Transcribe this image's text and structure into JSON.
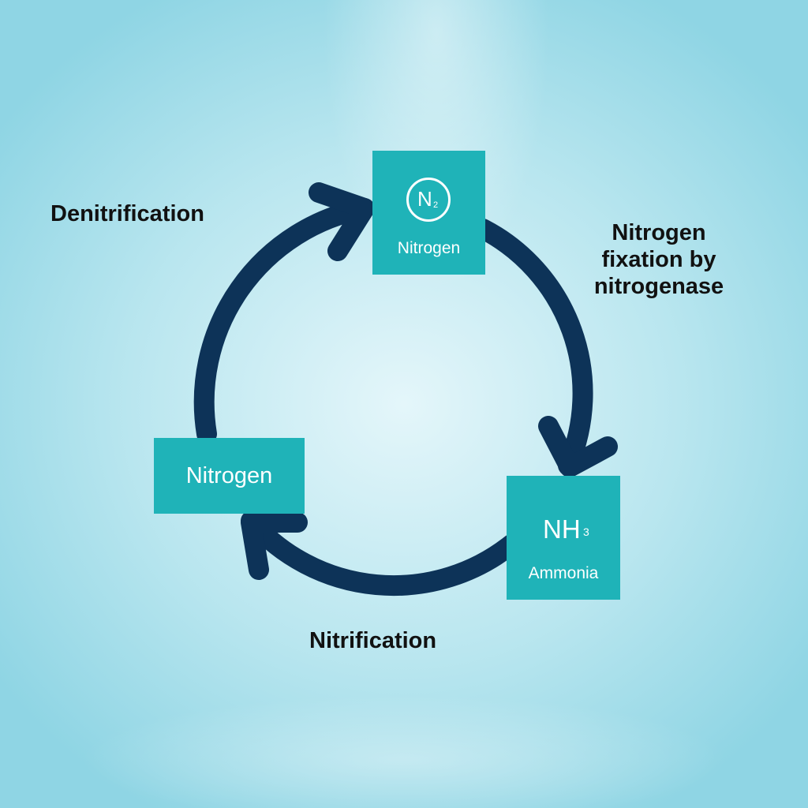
{
  "colors": {
    "arrow": "#0d3358",
    "box": "#1fb3b8",
    "box_text": "#ffffff",
    "label": "#111111"
  },
  "nodes": {
    "nitrogen_gas": {
      "symbol": "N",
      "subscript": "2",
      "label": "Nitrogen"
    },
    "ammonia": {
      "symbol": "NH",
      "subscript": "3",
      "label": "Ammonia"
    },
    "nitrogen": {
      "label": "Nitrogen"
    }
  },
  "steps": {
    "denitrification": "Denitrification",
    "fixation": [
      "Nitrogen",
      "fixation by",
      "nitrogenase"
    ],
    "nitrification": "Nitrification"
  },
  "icons": [
    "arrow-head-icon",
    "n2-circle-icon"
  ]
}
